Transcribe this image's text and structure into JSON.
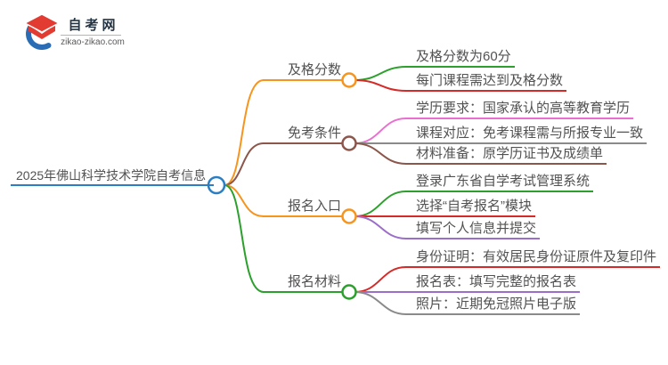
{
  "logo": {
    "site_name": "自考网",
    "site_url": "zikao-zikao.com",
    "cap_color": "#e23c32",
    "crescent_color": "#2a6db5"
  },
  "mindmap": {
    "root": {
      "label": "2025年佛山科学技术学院自考信息",
      "color": "#2a7fc4"
    },
    "branches": [
      {
        "label": "及格分数",
        "color": "#f7941e",
        "children": [
          {
            "label": "及格分数为60分",
            "color": "#2ca02c"
          },
          {
            "label": "每门课程需达到及格分数",
            "color": "#d62a28"
          }
        ]
      },
      {
        "label": "免考条件",
        "color": "#8c564b",
        "children": [
          {
            "label": "学历要求：国家承认的高等教育学历",
            "color": "#ea6fd0"
          },
          {
            "label": "课程对应：免考课程需与所报专业一致",
            "color": "#8a8a8a"
          },
          {
            "label": "材料准备：原学历证书及成绩单",
            "color": "#8c564b"
          }
        ]
      },
      {
        "label": "报名入口",
        "color": "#f7941e",
        "children": [
          {
            "label": "登录广东省自学考试管理系统",
            "color": "#2ca02c"
          },
          {
            "label": "选择“自考报名”模块",
            "color": "#d62a28"
          },
          {
            "label": "填写个人信息并提交",
            "color": "#9b6ec9"
          }
        ]
      },
      {
        "label": "报名材料",
        "color": "#2ca02c",
        "children": [
          {
            "label": "身份证明：有效居民身份证原件及复印件",
            "color": "#d62a28"
          },
          {
            "label": "报名表：填写完整的报名表",
            "color": "#9b6ec9"
          },
          {
            "label": "照片：近期免冠照片电子版",
            "color": "#8a8a8a"
          }
        ]
      }
    ]
  }
}
